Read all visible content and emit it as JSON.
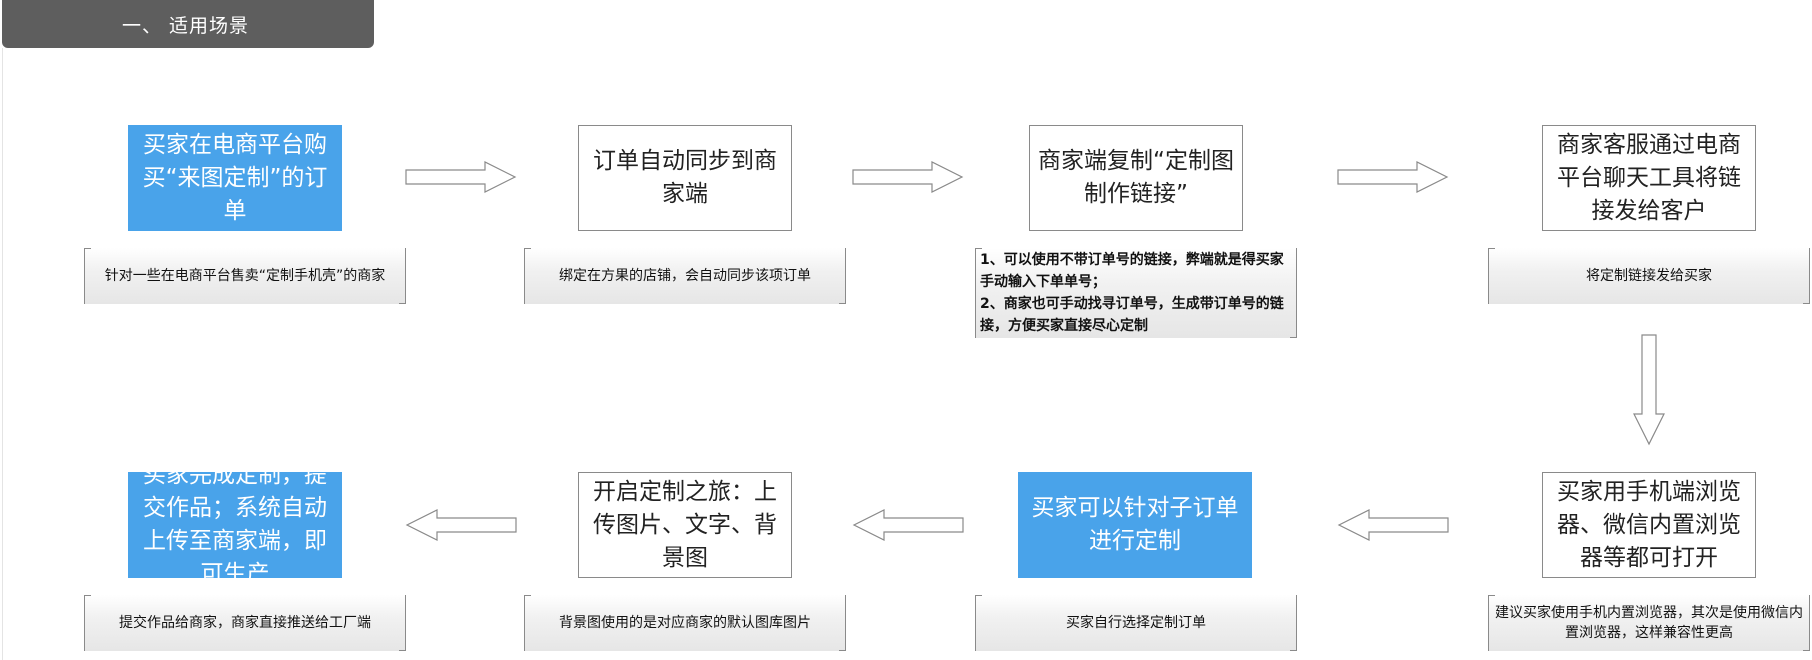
{
  "header": {
    "title": "一、 适用场景"
  },
  "steps": [
    {
      "text": "买家在电商平台购买“来图定制”的订单",
      "style": "blue",
      "note": "针对一些在电商平台售卖“定制手机壳”的商家"
    },
    {
      "text": "订单自动同步到商家端",
      "style": "white",
      "note": "绑定在方果的店铺，会自动同步该项订单"
    },
    {
      "text": "商家端复制“定制图制作链接”",
      "style": "white",
      "note": "1、可以使用不带订单号的链接，弊端就是得买家手动输入下单单号；\n2、商家也可手动找寻订单号，生成带订单号的链接，方便买家直接尽心定制"
    },
    {
      "text": "商家客服通过电商平台聊天工具将链接发给客户",
      "style": "white",
      "note": "将定制链接发给买家"
    },
    {
      "text": "买家用手机端浏览器、微信内置浏览器等都可打开",
      "style": "white",
      "note": "建议买家使用手机内置浏览器，其次是使用微信内置浏览器，这样兼容性更高"
    },
    {
      "text": "买家可以针对子订单进行定制",
      "style": "blue",
      "note": "买家自行选择定制订单"
    },
    {
      "text": "开启定制之旅：上传图片、文字、背景图",
      "style": "white",
      "note": "背景图使用的是对应商家的默认图库图片"
    },
    {
      "text": "买家完成定制，提交作品；系统自动上传至商家端，即可生产",
      "style": "blue",
      "note": "提交作品给商家，商家直接推送给工厂端"
    }
  ],
  "colors": {
    "accent_blue": "#49a3ea",
    "header_gray": "#5e5e5e",
    "border_gray": "#8a8a8a"
  },
  "arrows": [
    {
      "from": 1,
      "to": 2,
      "direction": "right"
    },
    {
      "from": 2,
      "to": 3,
      "direction": "right"
    },
    {
      "from": 3,
      "to": 4,
      "direction": "right"
    },
    {
      "from": 4,
      "to": 5,
      "direction": "down"
    },
    {
      "from": 5,
      "to": 6,
      "direction": "left"
    },
    {
      "from": 6,
      "to": 7,
      "direction": "left"
    },
    {
      "from": 7,
      "to": 8,
      "direction": "left"
    }
  ]
}
